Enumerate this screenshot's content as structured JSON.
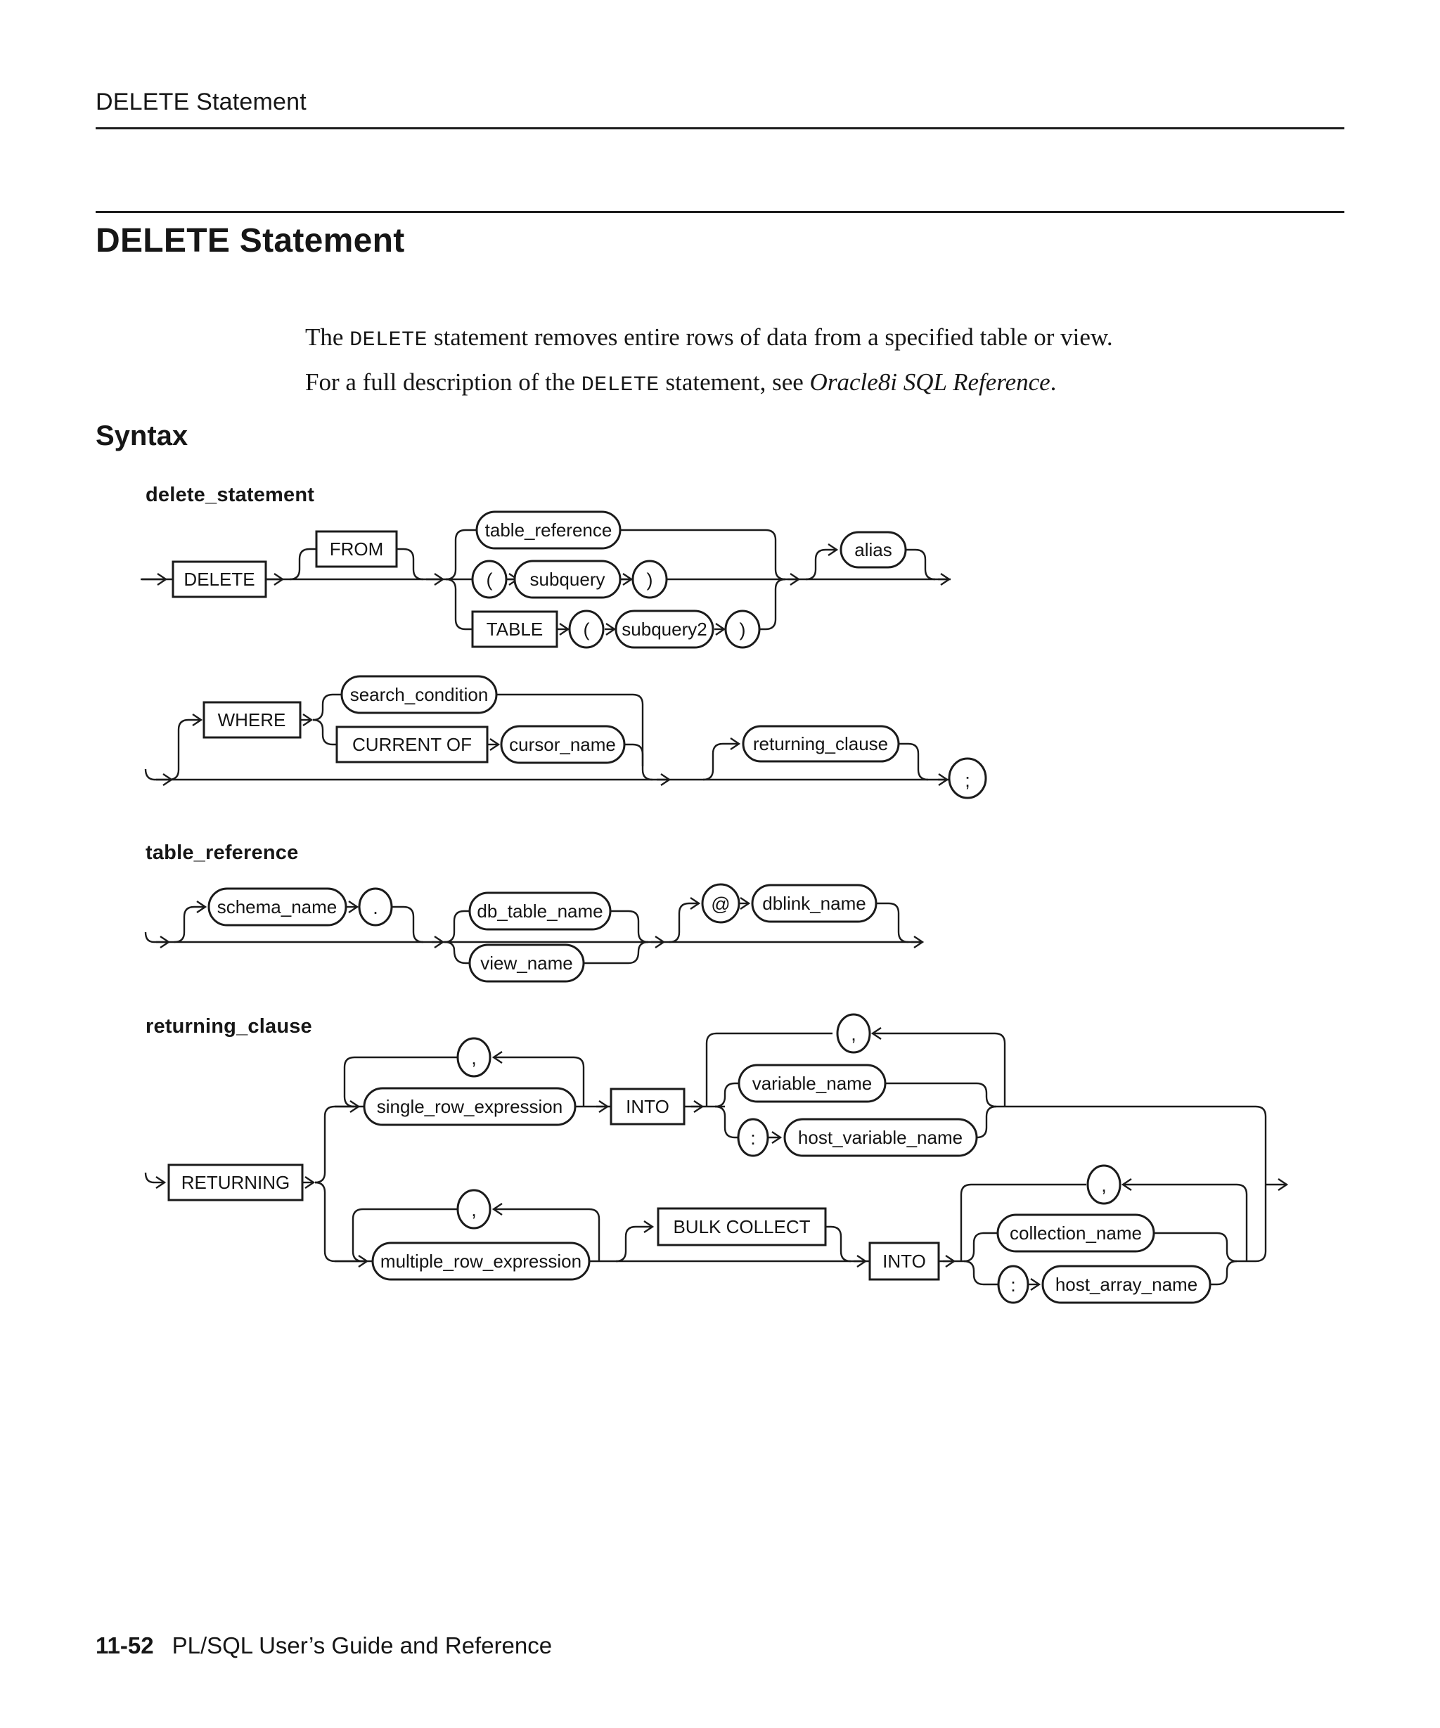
{
  "page": {
    "running_header": "DELETE Statement",
    "title": "DELETE Statement",
    "intro": {
      "l1a": "The ",
      "l1code": "DELETE",
      "l1b": " statement removes entire rows of data from a specified table or view.",
      "l2a": "For a full description of the ",
      "l2code": "DELETE",
      "l2b": " statement, see ",
      "l2ref": "Oracle8i SQL Reference",
      "l2c": "."
    },
    "syntax_heading": "Syntax",
    "footer": {
      "page_number": "11-52",
      "book_title": "PL/SQL User’s Guide and Reference"
    }
  },
  "diagrams": {
    "delete_statement": {
      "label": "delete_statement",
      "nodes": {
        "delete": "DELETE",
        "from": "FROM",
        "table_reference": "table_reference",
        "lparen": "(",
        "subquery": "subquery",
        "rparen": ")",
        "table": "TABLE",
        "lparen2": "(",
        "subquery2": "subquery2",
        "rparen2": ")",
        "alias": "alias",
        "where": "WHERE",
        "search_condition": "search_condition",
        "current_of": "CURRENT OF",
        "cursor_name": "cursor_name",
        "returning_clause": "returning_clause",
        "semicolon": ";"
      }
    },
    "table_reference": {
      "label": "table_reference",
      "nodes": {
        "schema_name": "schema_name",
        "dot": ".",
        "db_table_name": "db_table_name",
        "view_name": "view_name",
        "at_sign": "@",
        "dblink_name": "dblink_name"
      }
    },
    "returning_clause": {
      "label": "returning_clause",
      "nodes": {
        "returning": "RETURNING",
        "comma1": ",",
        "single_row_expression": "single_row_expression",
        "into1": "INTO",
        "comma2": ",",
        "variable_name": "variable_name",
        "colon1": ":",
        "host_variable_name": "host_variable_name",
        "comma3": ",",
        "multiple_row_expression": "multiple_row_expression",
        "bulk_collect": "BULK COLLECT",
        "into2": "INTO",
        "comma4": ",",
        "collection_name": "collection_name",
        "colon2": ":",
        "host_array_name": "host_array_name"
      }
    }
  }
}
